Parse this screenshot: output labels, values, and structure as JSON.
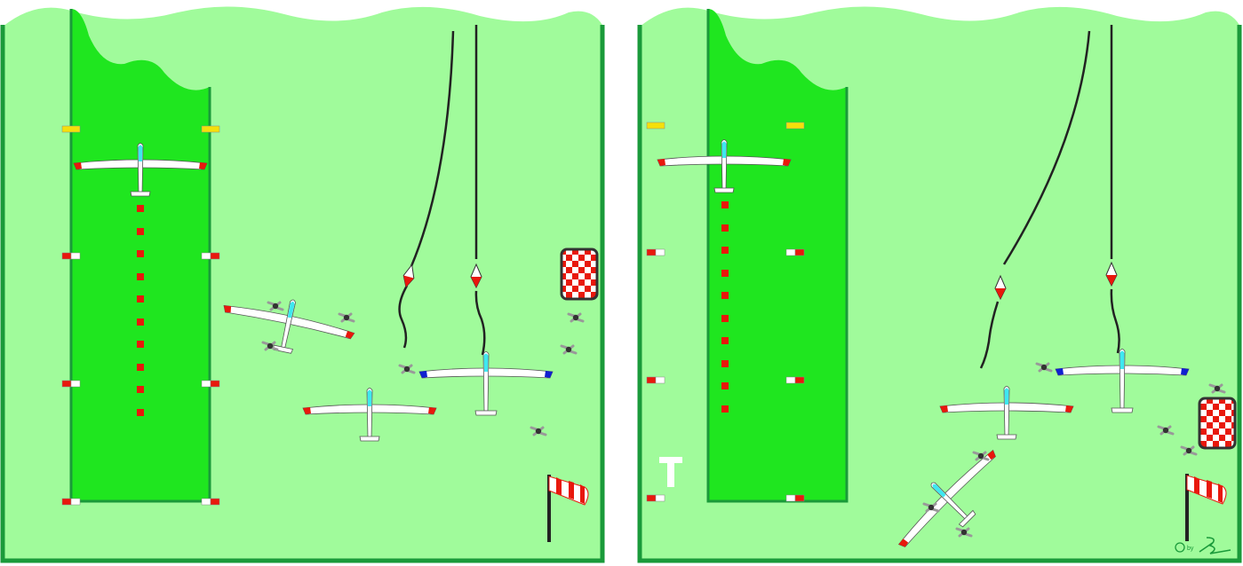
{
  "diagram": {
    "panels": [
      {
        "id": "left",
        "landing_t_shown": false
      },
      {
        "id": "right",
        "landing_t_shown": true
      }
    ],
    "landing_t": "T",
    "copyright": {
      "symbol": "©",
      "by": "by"
    },
    "colors": {
      "field": "#a0fb9b",
      "runway": "#1fe61f",
      "border": "#1a9a3a",
      "marker_red": "#e8180c",
      "marker_yellow": "#f5e00a",
      "canopy": "#3ee8f0",
      "wingtip_blue": "#1020d0"
    }
  }
}
